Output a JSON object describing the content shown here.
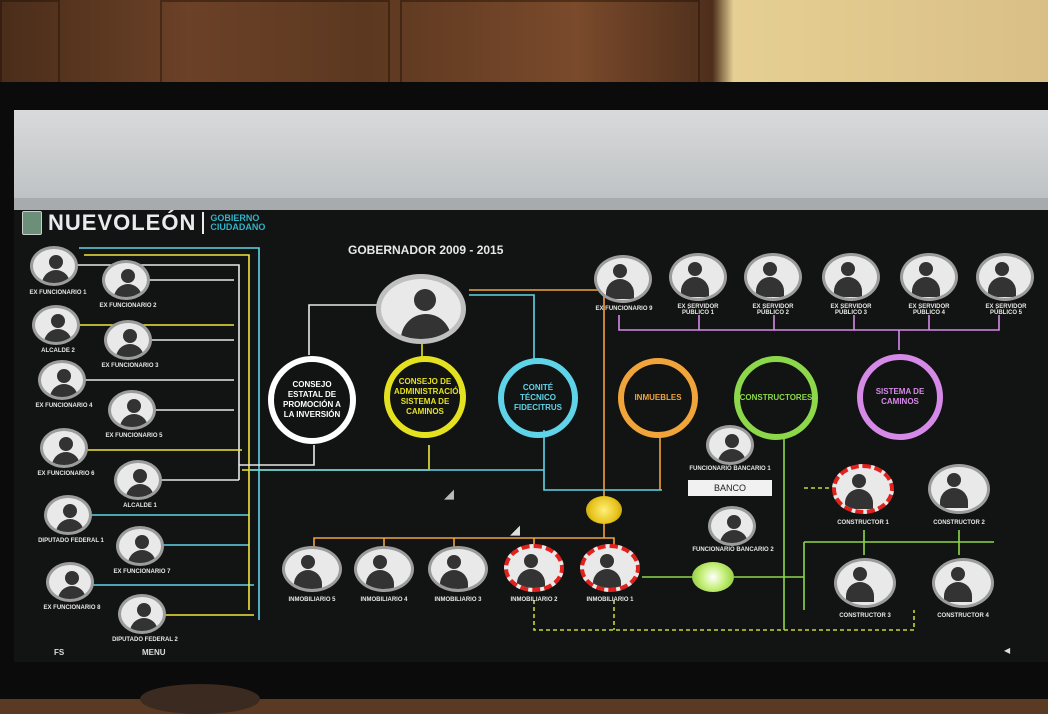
{
  "header": {
    "brand": "NUEVOLEÓN",
    "tagline_1": "GOBIERNO",
    "tagline_2": "CIUDADANO"
  },
  "title": "GOBERNADOR 2009 - 2015",
  "left_people": [
    {
      "label": "EX FUNCIONARIO 1"
    },
    {
      "label": "EX FUNCIONARIO 2"
    },
    {
      "label": "ALCALDE 2"
    },
    {
      "label": "EX FUNCIONARIO 3"
    },
    {
      "label": "EX FUNCIONARIO 4"
    },
    {
      "label": "EX FUNCIONARIO 5"
    },
    {
      "label": "EX FUNCIONARIO 6"
    },
    {
      "label": "ALCALDE 1"
    },
    {
      "label": "DIPUTADO FEDERAL 1"
    },
    {
      "label": "EX FUNCIONARIO 7"
    },
    {
      "label": "EX FUNCIONARIO 8"
    },
    {
      "label": "DIPUTADO FEDERAL 2"
    }
  ],
  "top_people": [
    {
      "label": "EX FUNCIONARIO 9"
    },
    {
      "label": "EX SERVIDOR PÚBLICO 1"
    },
    {
      "label": "EX SERVIDOR PÚBLICO 2"
    },
    {
      "label": "EX SERVIDOR PÚBLICO 3"
    },
    {
      "label": "EX SERVIDOR PÚBLICO 4"
    },
    {
      "label": "EX SERVIDOR PÚBLICO 5"
    }
  ],
  "entities": [
    {
      "label": "CONSEJO ESTATAL DE PROMOCIÓN A LA INVERSIÓN",
      "color": "#ffffff"
    },
    {
      "label": "CONSEJO DE ADMINISTRACIÓN SISTEMA DE CAMINOS",
      "color": "#e4e21f"
    },
    {
      "label": "CONITÉ TÉCNICO FIDECITRUS",
      "color": "#5fd4e8"
    },
    {
      "label": "INMUEBLES",
      "color": "#f0a43a"
    },
    {
      "label": "CONSTRUCTORES",
      "color": "#8cd84a"
    },
    {
      "label": "SISTEMA DE CAMINOS",
      "color": "#d68ae8"
    }
  ],
  "bank": {
    "label": "BANCO",
    "official_1": "FUNCIONARIO BANCARIO 1",
    "official_2": "FUNCIONARIO BANCARIO 2"
  },
  "realtors": [
    {
      "label": "INMOBILIARIO 5"
    },
    {
      "label": "INMOBILIARIO 4"
    },
    {
      "label": "INMOBILIARIO 3"
    },
    {
      "label": "INMOBILIARIO 2"
    },
    {
      "label": "INMOBILIARIO 1"
    }
  ],
  "builders": [
    {
      "label": "CONSTRUCTOR 1"
    },
    {
      "label": "CONSTRUCTOR 2"
    },
    {
      "label": "CONSTRUCTOR 3"
    },
    {
      "label": "CONSTRUCTOR 4"
    }
  ],
  "footer": {
    "left": "FS",
    "menu": "MENU"
  }
}
